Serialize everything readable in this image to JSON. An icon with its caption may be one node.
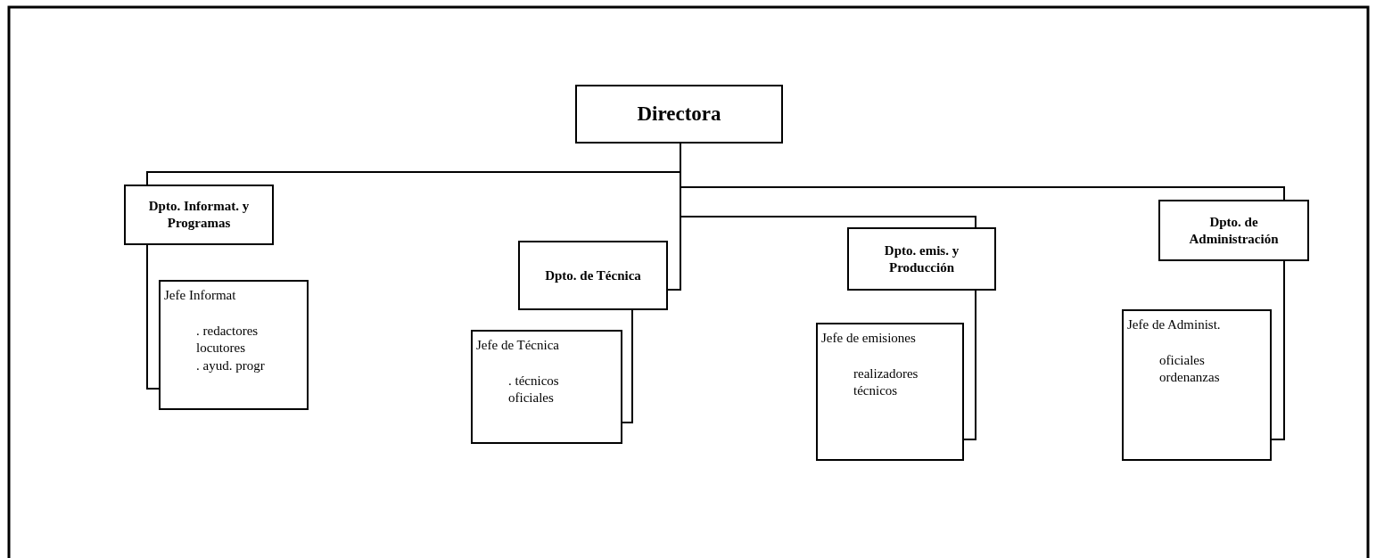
{
  "diagram": {
    "nodes": [
      {
        "text": [
          "Directora"
        ]
      },
      {
        "text": [
          "Dpto. Informat. y Programas"
        ]
      },
      {
        "text": [
          "Jefe Informat",
          ". redactores",
          "locutores",
          ". ayud. progr"
        ]
      },
      {
        "text": [
          "Dpto. de Técnica"
        ]
      },
      {
        "text": [
          "Jefe de Técnica",
          ". técnicos",
          "oficiales"
        ]
      },
      {
        "text": [
          "Dpto. emis. y Producción"
        ]
      },
      {
        "text": [
          "Jefe de emisiones",
          "realizadores",
          "técnicos"
        ]
      },
      {
        "text": [
          "Dpto. de Administración"
        ]
      },
      {
        "text": [
          "Jefe de Administ.",
          "oficiales",
          "ordenanzas"
        ]
      }
    ],
    "edges": [
      {
        "from": 0,
        "to": 1,
        "arrow": "none"
      },
      {
        "from": 0,
        "to": 3,
        "arrow": "none"
      },
      {
        "from": 0,
        "to": 5,
        "arrow": "none"
      },
      {
        "from": 0,
        "to": 7,
        "arrow": "none"
      },
      {
        "from": 1,
        "to": 2,
        "arrow": "none"
      },
      {
        "from": 3,
        "to": 4,
        "arrow": "none"
      },
      {
        "from": 5,
        "to": 6,
        "arrow": "none"
      },
      {
        "from": 7,
        "to": 8,
        "arrow": "none"
      }
    ]
  }
}
